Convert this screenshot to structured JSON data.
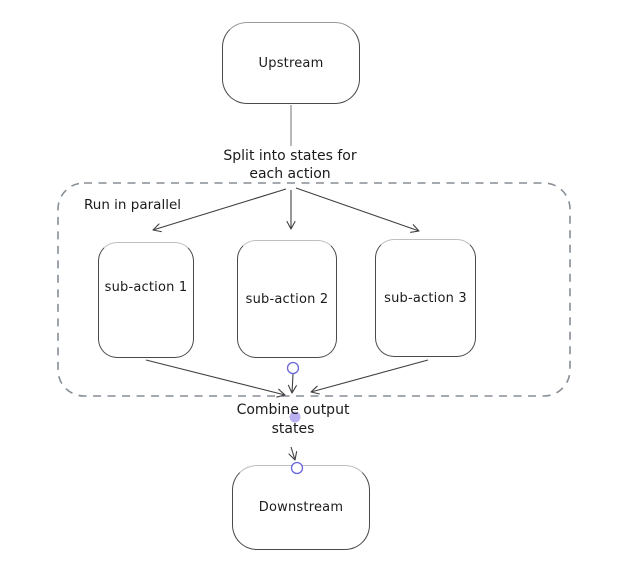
{
  "diagram": {
    "nodes": {
      "upstream": {
        "label": "Upstream"
      },
      "sub_action_1": {
        "label": "sub-action 1"
      },
      "sub_action_2": {
        "label": "sub-action 2"
      },
      "sub_action_3": {
        "label": "sub-action 3"
      },
      "downstream": {
        "label": "Downstream"
      }
    },
    "group": {
      "label": "Run in parallel"
    },
    "annotations": {
      "split": {
        "line1": "Split into states for",
        "line2": "each action"
      },
      "combine": {
        "line1": "Combine output",
        "line2": "states"
      }
    },
    "colors": {
      "background": "#ffffff",
      "text": "#1b1b1b",
      "node_border": "#4a4a4a",
      "node_border_top": "#bfbfbf",
      "arrow_stroke": "#404040",
      "gray_connector": "#9b9b9b",
      "dashed_frame": "#868e96",
      "binding_ring": "#6965db",
      "binding_dot": "#b9b0ef"
    }
  }
}
